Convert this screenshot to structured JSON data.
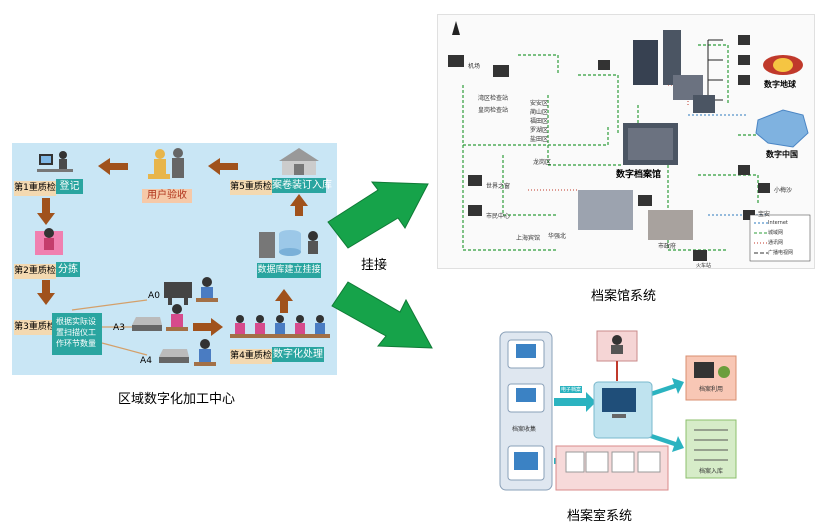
{
  "left_panel": {
    "caption": "区域数字化加工中心",
    "steps": {
      "qc1": "第1重质检",
      "register": "登记",
      "user_check": "用户验收",
      "qc5": "第5重质检",
      "archive_binding": "案卷装订入库",
      "qc2": "第2重质检",
      "sort": "分拣",
      "db_mount": "数据库建立挂接",
      "qc3": "第3重质检",
      "scan_setup": "根据实际设置扫描仪工作环节数量",
      "a0": "A0",
      "a3": "A3",
      "a4": "A4",
      "qc4": "第4重质检",
      "digitize": "数字化处理"
    }
  },
  "connector_label": "挂接",
  "archive_hall": {
    "caption": "档案馆系统",
    "center_label": "数字档案馆",
    "digital_earth": "数字地球",
    "digital_china": "数字中国",
    "districts": [
      "安安区",
      "蔺山区",
      "福田区",
      "罗湖区",
      "盐田区"
    ],
    "nodes": [
      "机场",
      "湾区检查站",
      "皇岗检查站",
      "世界之窗",
      "市民中心",
      "上海宾馆",
      "华强北",
      "龙岗区",
      "市政府",
      "火车站",
      "小梅沙",
      "宝安"
    ],
    "legend": [
      "Internet",
      "城域网",
      "通讯网",
      "广播电视网"
    ]
  },
  "archive_room": {
    "caption": "档案室系统",
    "labels": [
      "档案收集",
      "电子档案",
      "档案利用",
      "档案入库"
    ]
  },
  "colors": {
    "left_bg": "#c9e6f5",
    "teal": "#2aa5a0",
    "arrow_brown": "#a0521c",
    "big_arrow": "#16a34a",
    "route_green": "#2e9d3a"
  }
}
